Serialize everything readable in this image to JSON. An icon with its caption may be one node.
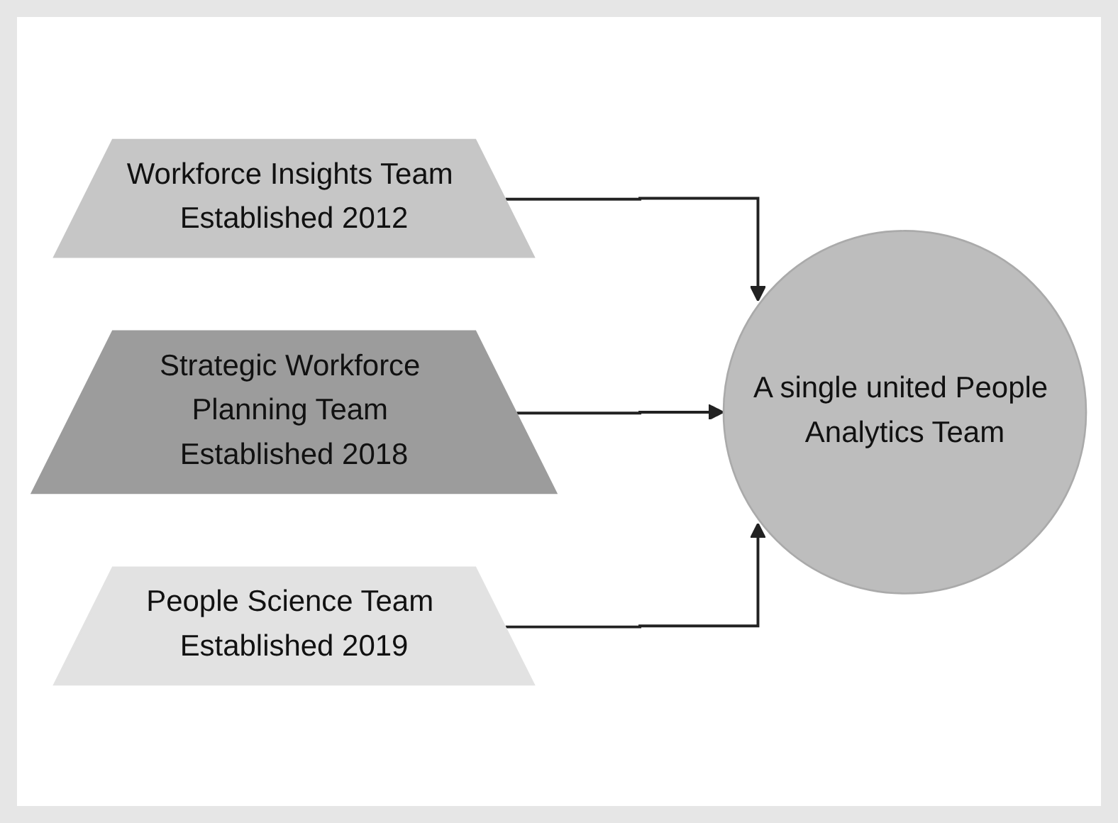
{
  "diagram": {
    "nodes": [
      {
        "text": [
          "Workforce Insights Team Established 2012"
        ]
      },
      {
        "text": [
          "Strategic Workforce Planning Team Established 2018"
        ]
      },
      {
        "text": [
          "People Science Team Established 2019"
        ]
      },
      {
        "text": [
          "A single united People Analytics Team"
        ]
      }
    ],
    "edges": [
      {
        "from": 0,
        "to": 3,
        "arrow": "to"
      },
      {
        "from": 1,
        "to": 3,
        "arrow": "to"
      },
      {
        "from": 2,
        "to": 3,
        "arrow": "to"
      }
    ]
  }
}
